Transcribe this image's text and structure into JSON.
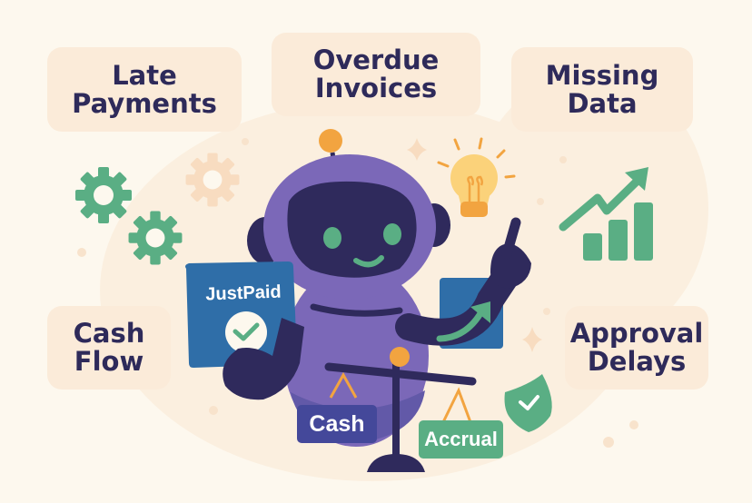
{
  "labels": {
    "late_payments": [
      "Late",
      "Payments"
    ],
    "overdue_invoices": [
      "Overdue",
      "Invoices"
    ],
    "missing_data": [
      "Missing",
      "Data"
    ],
    "cash_flow": [
      "Cash",
      "Flow"
    ],
    "approval_delays": [
      "Approval",
      "Delays"
    ]
  },
  "card": {
    "brand": "JustPaid"
  },
  "scale": {
    "left_tag": "Cash",
    "right_tag": "Accrual"
  },
  "colors": {
    "background": "#fdf8ee",
    "card_bg": "#fbebd9",
    "text_navy": "#2e2a5a",
    "robot_purple": "#7b68b8",
    "robot_dark": "#2f2a5c",
    "green": "#5aae84",
    "orange": "#f2a440",
    "blue_card": "#2f6ea8",
    "cash_tag": "#44489a"
  }
}
